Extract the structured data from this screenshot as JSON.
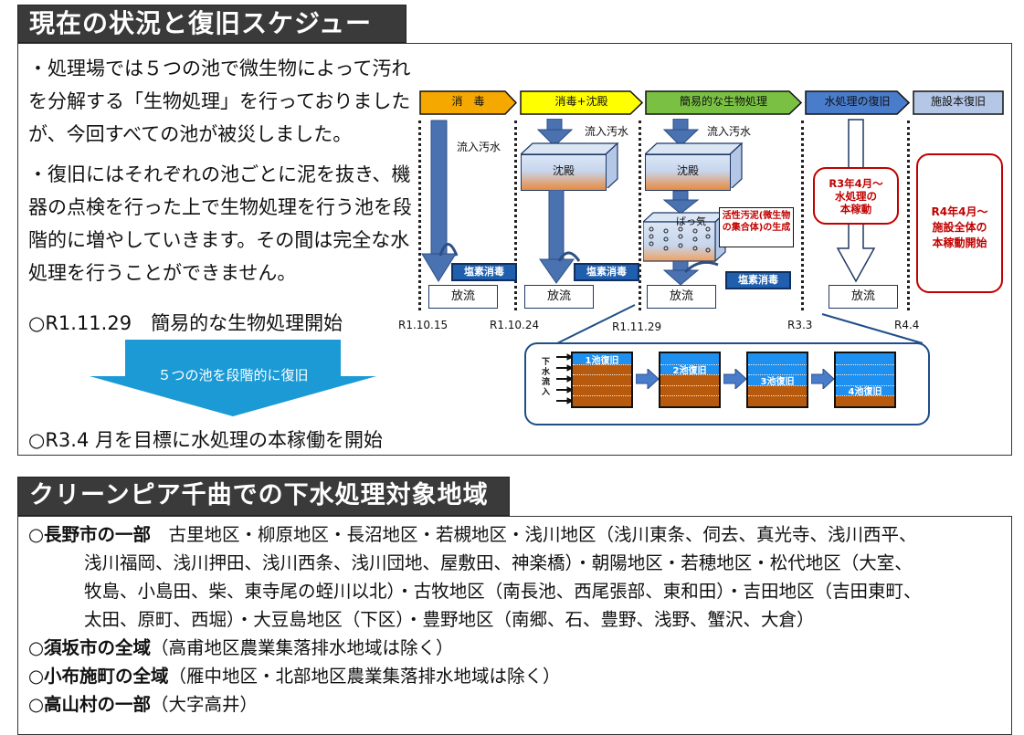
{
  "section1": {
    "title": "現在の状況と復旧スケジュール",
    "paragraph1": "・処理場では５つの池で微生物によって汚れを分解する「生物処理」を行っておりましたが、今回すべての池が被災しました。",
    "paragraph2": "・復旧にはそれぞれの池ごとに泥を抜き、機器の点検を行った上で生物処理を行う池を段階的に増やしていきます。その間は完全な水処理を行うことができません。",
    "milestone_start": "○R1.11.29　簡易的な生物処理開始",
    "arrow_label": "５つの池を段階的に復旧",
    "milestone_target": "○R3.4 月を目標に水処理の本稼働を開始",
    "arrow_color": "#1b9ad6"
  },
  "diagram": {
    "stages": [
      {
        "label": "消　毒",
        "color": "#f5a800"
      },
      {
        "label": "消毒+沈殿",
        "color": "#ffff00"
      },
      {
        "label": "簡易的な生物処理",
        "color": "#7ac143"
      },
      {
        "label": "水処理の復旧",
        "color": "#4472c4"
      },
      {
        "label": "施設本復旧",
        "color": "#b4c7e7"
      }
    ],
    "dates": [
      "R1.10.15",
      "R1.10.24",
      "R1.11.29",
      "R3.3",
      "R4.4"
    ],
    "inflow_label": "流入汚水",
    "sedimentation_label": "沈殿",
    "aeration_label": "ばっ気",
    "chlorination_label": "塩素消毒",
    "discharge_label": "放流",
    "sludge_note": "活性汚泥(微生物の集合体)の生成",
    "r3_note": [
      "R3年4月～",
      "水処理の",
      "本稼動"
    ],
    "r4_note": [
      "R4年4月～",
      "施設全体の",
      "本稼動開始"
    ],
    "inflow_vertical": [
      "下",
      "水",
      "流",
      "入"
    ],
    "pools": [
      {
        "label": "1池復旧",
        "restored_fraction": 0.2
      },
      {
        "label": "2池復旧",
        "restored_fraction": 0.4
      },
      {
        "label": "3池復旧",
        "restored_fraction": 0.6
      },
      {
        "label": "4池復旧",
        "restored_fraction": 0.8
      }
    ]
  },
  "section2": {
    "title": "クリーンピア千曲での下水処理対象地域",
    "areas": [
      {
        "bullet": "○",
        "name": "長野市の一部",
        "lines": [
          "古里地区・柳原地区・長沼地区・若槻地区・浅川地区（浅川東条、伺去、真光寺、浅川西平、",
          "浅川福岡、浅川押田、浅川西条、浅川団地、屋敷田、神楽橋）・朝陽地区・若穂地区・松代地区（大室、",
          "牧島、小島田、柴、東寺尾の蛭川以北）・古牧地区（南長池、西尾張部、東和田）・吉田地区（吉田東町、",
          "太田、原町、西堀）・大豆島地区（下区）・豊野地区（南郷、石、豊野、浅野、蟹沢、大倉）"
        ]
      },
      {
        "bullet": "○",
        "name": "須坂市の全域",
        "detail": "（高甫地区農業集落排水地域は除く）"
      },
      {
        "bullet": "○",
        "name": "小布施町の全域",
        "detail": "（雁中地区・北部地区農業集落排水地域は除く）"
      },
      {
        "bullet": "○",
        "name": "高山村の一部",
        "detail": "（大字高井）"
      }
    ]
  }
}
